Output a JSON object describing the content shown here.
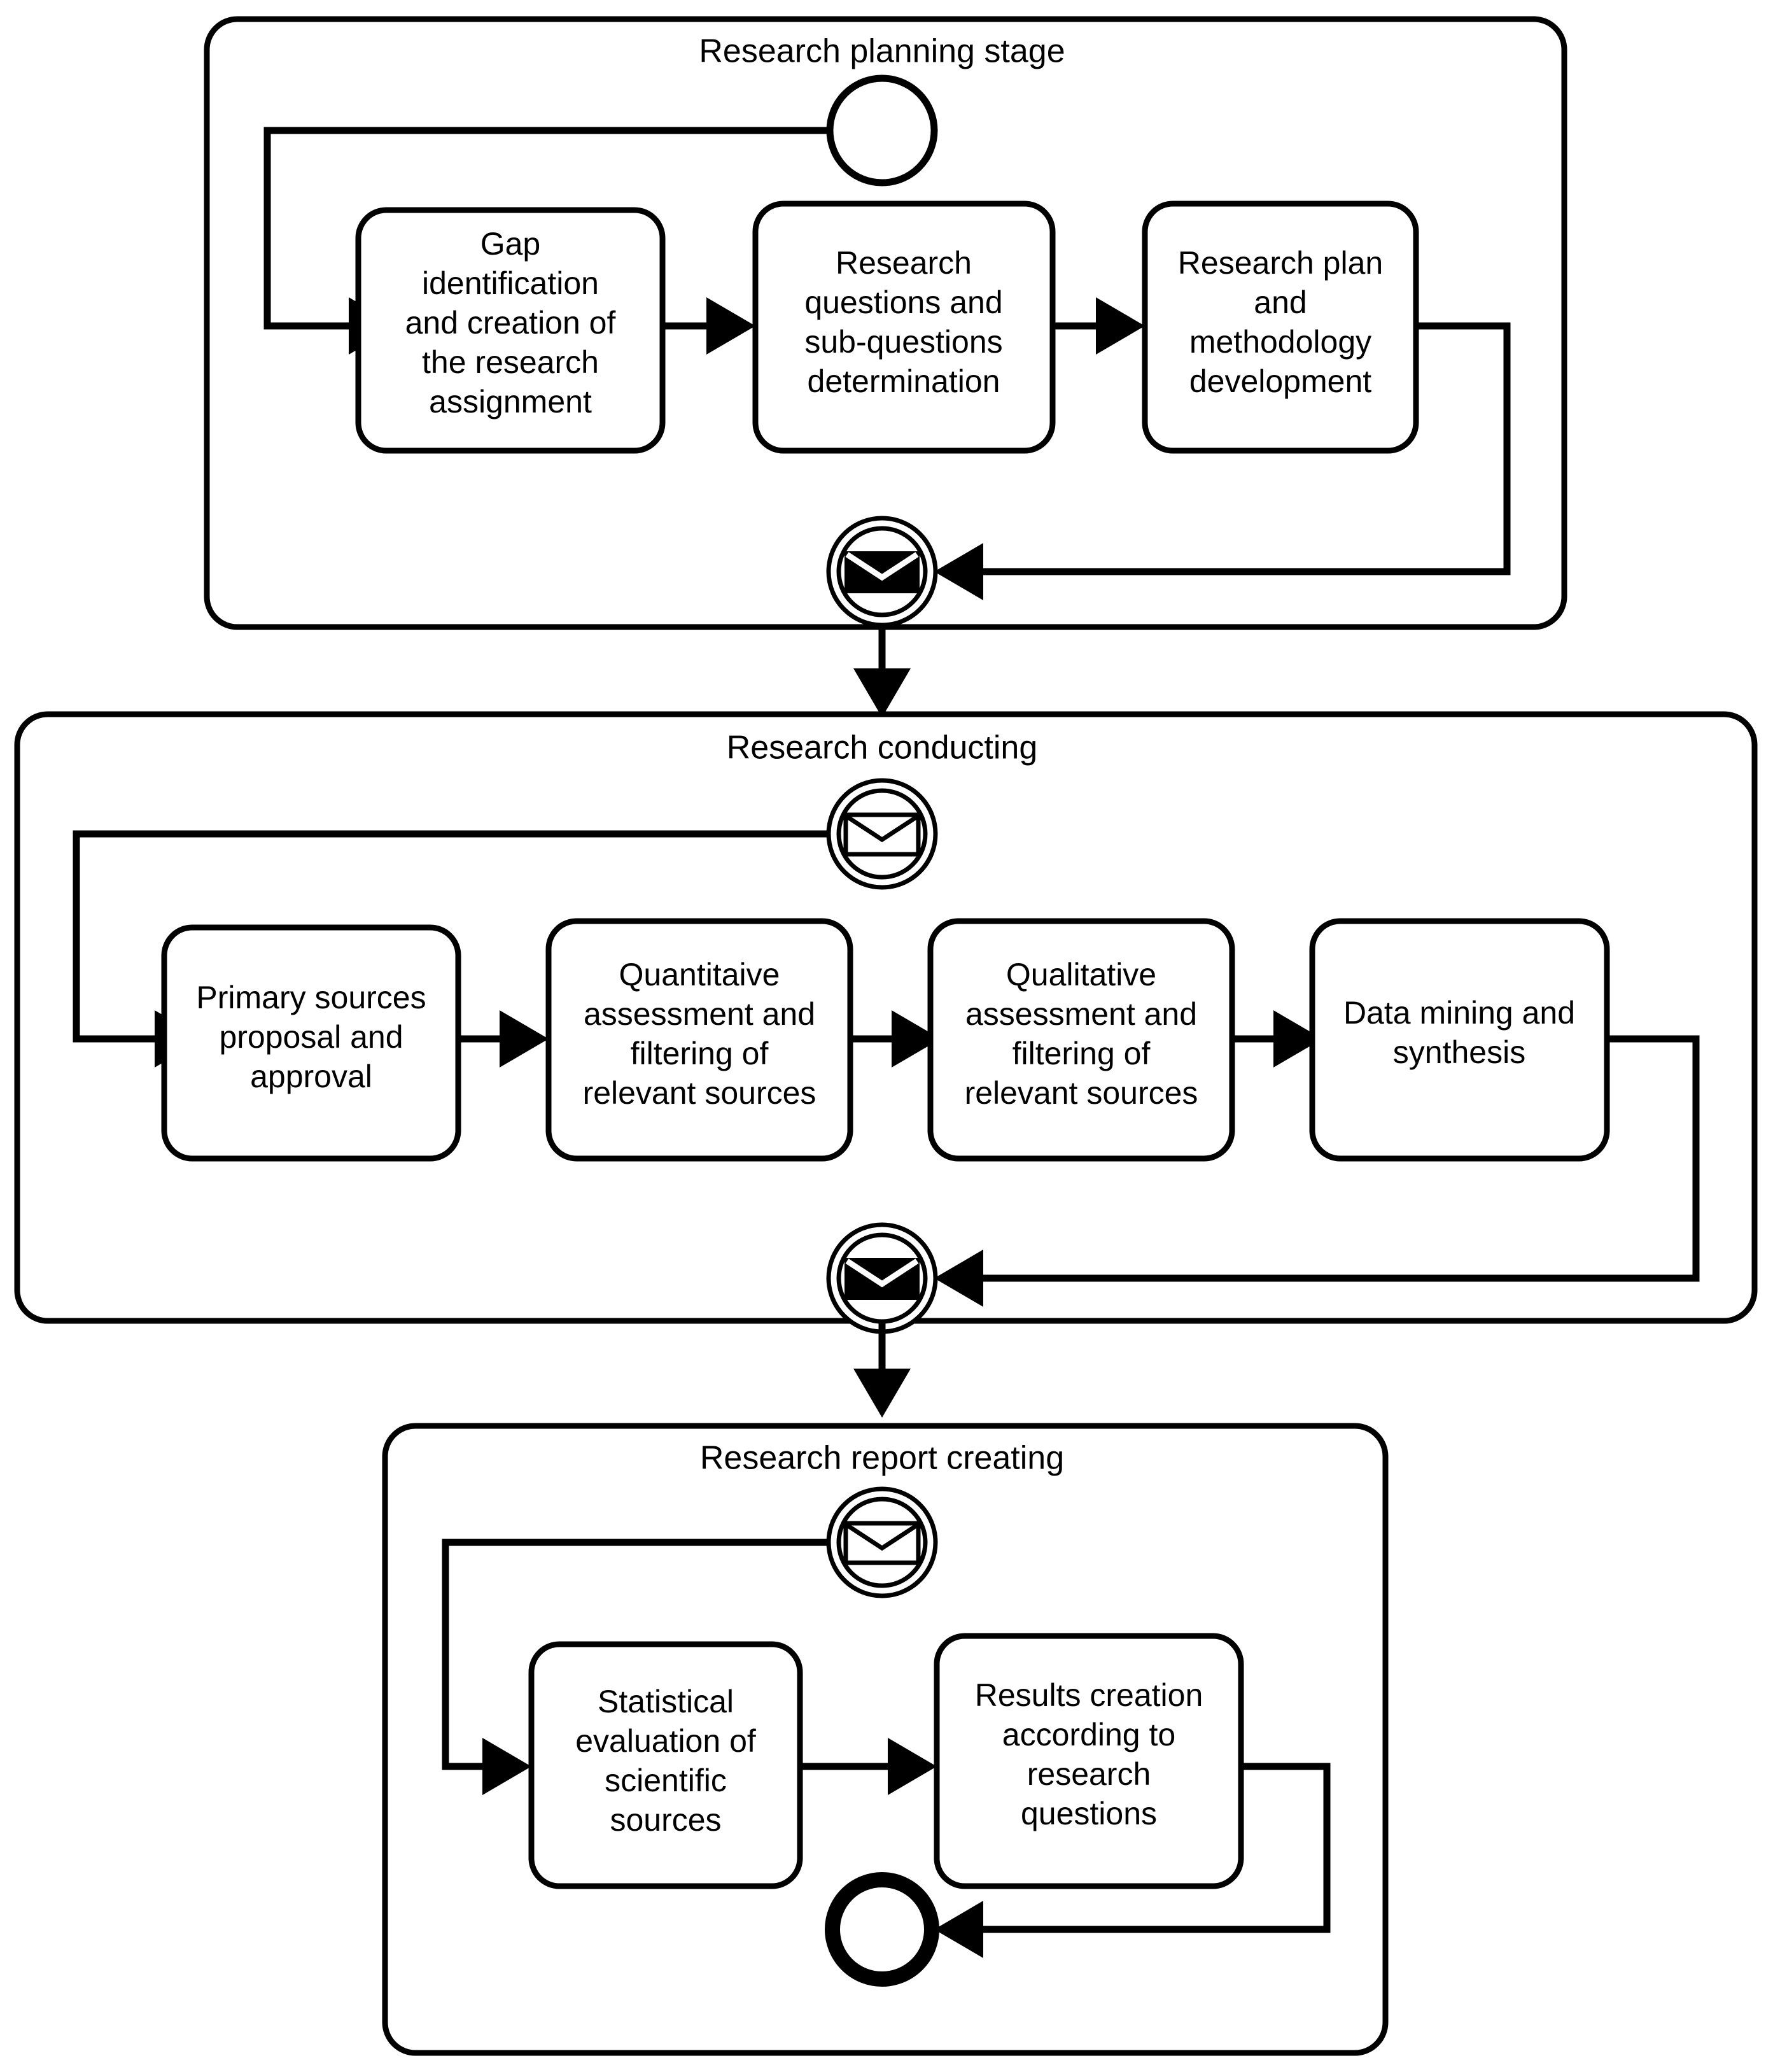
{
  "diagram": {
    "title": "Research process BPMN diagram",
    "type": "bpmn-process-flow",
    "stroke_color": "#000000",
    "fill_color": "#ffffff"
  },
  "pools": [
    {
      "id": "pool-planning",
      "title": "Research planning stage",
      "start_event": {
        "name": "start-event",
        "kind": "none-start-event"
      },
      "end_event": {
        "name": "message-throw-end-event",
        "kind": "message-end-event",
        "icon": "envelope-filled-icon"
      },
      "tasks": [
        {
          "id": "task-gap-identification",
          "lines": [
            "Gap",
            "identification",
            "and creation of",
            "the research",
            "assignment"
          ]
        },
        {
          "id": "task-research-questions",
          "lines": [
            "Research",
            "questions and",
            "sub-questions",
            "determination"
          ]
        },
        {
          "id": "task-research-plan",
          "lines": [
            "Research plan",
            "and",
            "methodology",
            "development"
          ]
        }
      ]
    },
    {
      "id": "pool-conducting",
      "title": "Research conducting",
      "start_event": {
        "name": "message-catch-start-event",
        "kind": "message-start-event",
        "icon": "envelope-outline-icon"
      },
      "end_event": {
        "name": "message-throw-end-event",
        "kind": "message-end-event",
        "icon": "envelope-filled-icon"
      },
      "tasks": [
        {
          "id": "task-primary-sources",
          "lines": [
            "Primary sources",
            "proposal and",
            "approval"
          ]
        },
        {
          "id": "task-quantitative",
          "lines": [
            "Quantitaive",
            "assessment and",
            "filtering of",
            "relevant sources"
          ]
        },
        {
          "id": "task-qualitative",
          "lines": [
            "Qualitative",
            "assessment and",
            "filtering of",
            "relevant sources"
          ]
        },
        {
          "id": "task-data-mining",
          "lines": [
            "Data mining and",
            "synthesis"
          ]
        }
      ]
    },
    {
      "id": "pool-report",
      "title": "Research report creating",
      "start_event": {
        "name": "message-catch-start-event",
        "kind": "message-start-event",
        "icon": "envelope-outline-icon"
      },
      "end_event": {
        "name": "end-event",
        "kind": "none-end-event"
      },
      "tasks": [
        {
          "id": "task-statistical-evaluation",
          "lines": [
            "Statistical",
            "evaluation of",
            "scientific",
            "sources"
          ]
        },
        {
          "id": "task-results-creation",
          "lines": [
            "Results creation",
            "according to",
            "research",
            "questions"
          ]
        }
      ]
    }
  ],
  "connectors": {
    "pool1_to_pool2": "message-flow-planning-to-conducting",
    "pool2_to_pool3": "message-flow-conducting-to-report"
  }
}
